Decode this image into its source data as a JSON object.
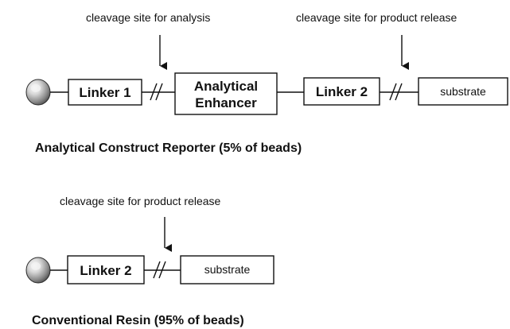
{
  "top": {
    "label_analysis": "cleavage site for analysis",
    "label_release": "cleavage site for product release",
    "linker1": "Linker 1",
    "enhancer_line1": "Analytical",
    "enhancer_line2": "Enhancer",
    "linker2": "Linker 2",
    "substrate": "substrate",
    "caption": "Analytical Construct Reporter (5% of beads)"
  },
  "bottom": {
    "label_release": "cleavage site for product release",
    "linker2": "Linker 2",
    "substrate": "substrate",
    "caption": "Conventional Resin (95% of beads)"
  }
}
